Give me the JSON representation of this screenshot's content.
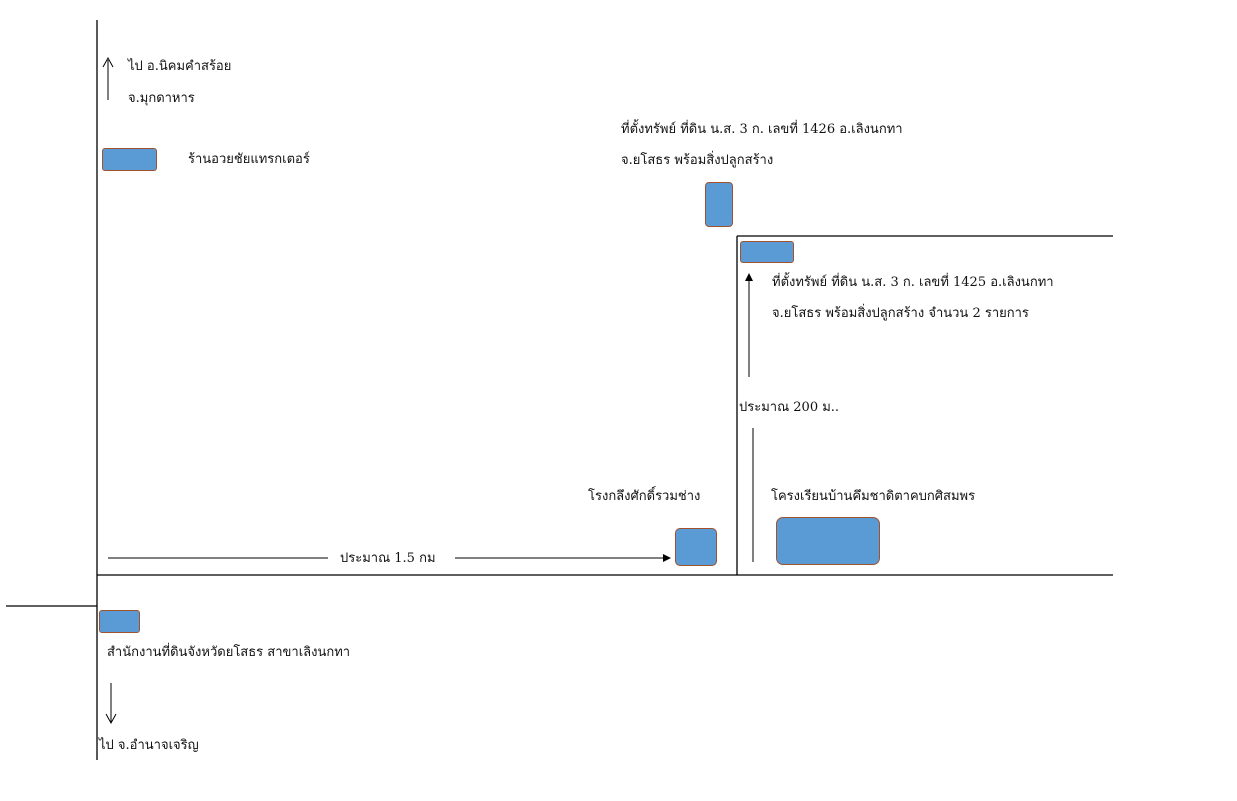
{
  "colors": {
    "marker_fill": "#5b9bd5",
    "marker_border": "#a0522d",
    "line": "#000000"
  },
  "labels": {
    "north_dest_line1": "ไป อ.นิคมคำสร้อย",
    "north_dest_line2": "จ.มุกดาหาร",
    "shop": "ร้านอวยชัยแทรกเตอร์",
    "property_1426_line1": "ที่ตั้งทรัพย์ ที่ดิน น.ส. 3 ก. เลขที่  1426  อ.เลิงนกทา",
    "property_1426_line2": "จ.ยโสธร พร้อมสิ่งปลูกสร้าง",
    "property_1425_line1": "ที่ตั้งทรัพย์ ที่ดิน น.ส. 3 ก. เลขที่  1425  อ.เลิงนกทา",
    "property_1425_line2": "จ.ยโสธร พร้อมสิ่งปลูกสร้าง จำนวน  2 รายการ",
    "distance_200m": "ประมาณ  200  ม..",
    "rice_mill": "โรงกลึงศักดิ์รวมช่าง",
    "school": "โครงเรียนบ้านคึมชาดิตาคบกศิสมพร",
    "distance_1_5km": "ประมาณ  1.5  กม",
    "land_office": "สำนักงานที่ดินจังหวัดยโสธร  สาขาเลิงนกทา",
    "south_dest": "ไป จ.อำนาจเจริญ"
  }
}
